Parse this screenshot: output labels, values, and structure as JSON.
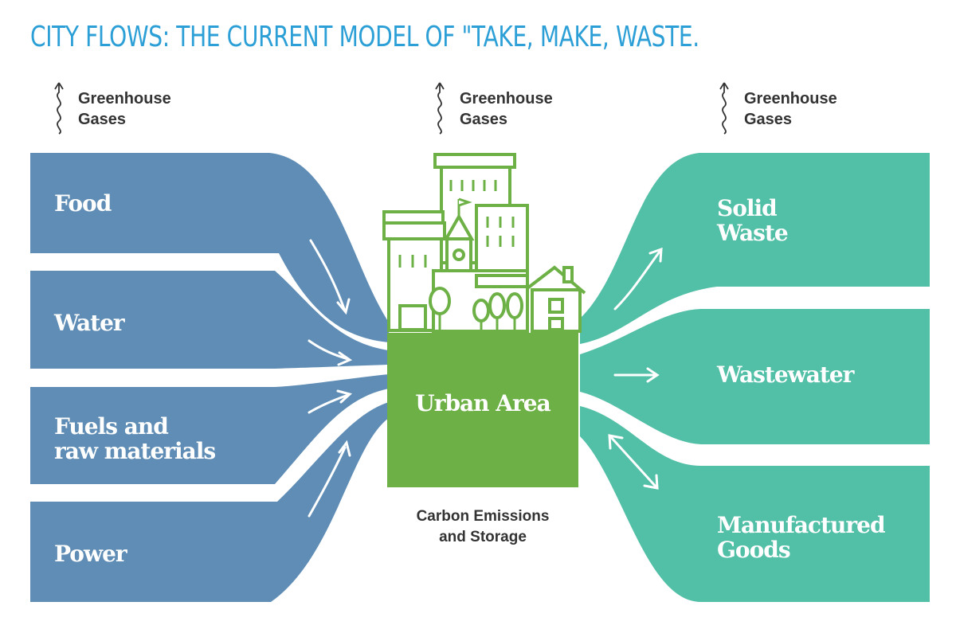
{
  "title": "CITY FLOWS: THE CURRENT MODEL OF \"TAKE, MAKE, WASTE.",
  "greenhouse": [
    {
      "line1": "Greenhouse",
      "line2": "Gases"
    },
    {
      "line1": "Greenhouse",
      "line2": "Gases"
    },
    {
      "line1": "Greenhouse",
      "line2": "Gases"
    }
  ],
  "inputs": [
    {
      "line1": "Food",
      "line2": ""
    },
    {
      "line1": "Water",
      "line2": ""
    },
    {
      "line1": "Fuels and",
      "line2": "raw materials"
    },
    {
      "line1": "Power",
      "line2": ""
    }
  ],
  "outputs": [
    {
      "line1": "Solid",
      "line2": "Waste"
    },
    {
      "line1": "Wastewater",
      "line2": ""
    },
    {
      "line1": "Manufactured",
      "line2": "Goods"
    }
  ],
  "center": {
    "label": "Urban Area",
    "caption_line1": "Carbon Emissions",
    "caption_line2": "and Storage"
  },
  "colors": {
    "title": "#2b9fd6",
    "inputs": "#5f8db5",
    "outputs": "#52bfa7",
    "urban": "#6db146",
    "text_dark": "#333333"
  },
  "icons": [
    "wavy-arrow-up-icon",
    "city-buildings-icon",
    "flow-arrow-icon"
  ]
}
